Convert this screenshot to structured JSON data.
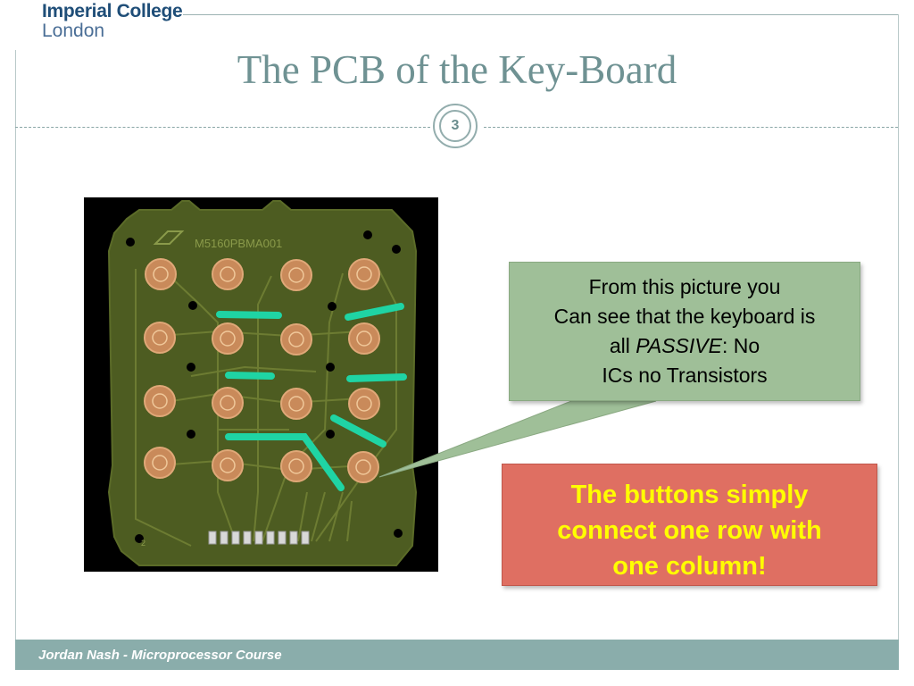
{
  "logo": {
    "line1": "Imperial College",
    "line2": "London"
  },
  "slide": {
    "title": "The PCB of the Key-Board",
    "page_number": "3"
  },
  "pcb": {
    "part_label": "M5160PBMA001",
    "corner_label": "2"
  },
  "callout": {
    "line1": "From this picture you",
    "line2": "Can see that the keyboard is",
    "line3_prefix": "all ",
    "line3_emphasis": "PASSIVE",
    "line3_suffix": ": No",
    "line4": "ICs no Transistors"
  },
  "highlight": {
    "line1": "The buttons simply",
    "line2": "connect one row with",
    "line3": "one column!"
  },
  "footer": {
    "text": "Jordan Nash - Microprocessor Course"
  },
  "colors": {
    "title": "#6f9293",
    "callout_bg": "#9fbf98",
    "highlight_bg": "#df6f62",
    "highlight_text": "#ffff00",
    "footer_bg": "#8aadab",
    "pcb_board": "#4d5c21",
    "pcb_trace": "#1fd4a4",
    "pcb_pad": "#c98a5a"
  }
}
